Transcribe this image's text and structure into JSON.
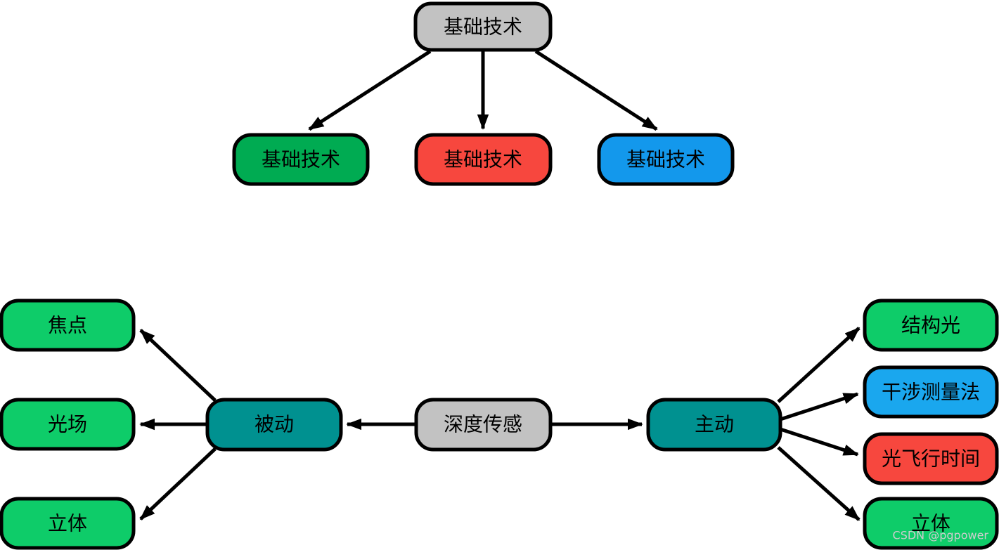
{
  "colors": {
    "background": "#ffffff",
    "node_border": "#000000",
    "edge": "#000000",
    "gray": "#c2c2c2",
    "green_dark": "#00ab52",
    "green_bright": "#0ecc69",
    "red": "#f7473e",
    "blue": "#1398ec",
    "blue_light": "#1aa7ee",
    "blue_border": "#0d7ed2",
    "teal": "#009190"
  },
  "nodes": {
    "root": {
      "label": "基础技术",
      "fill": "#c2c2c2"
    },
    "basic_green": {
      "label": "基础技术",
      "fill": "#00ab52"
    },
    "basic_red": {
      "label": "基础技术",
      "fill": "#f7473e"
    },
    "basic_blue": {
      "label": "基础技术",
      "fill": "#1398ec"
    },
    "focus": {
      "label": "焦点",
      "fill": "#0ecc69"
    },
    "light_field": {
      "label": "光场",
      "fill": "#0ecc69"
    },
    "stereo_left": {
      "label": "立体",
      "fill": "#0ecc69"
    },
    "passive": {
      "label": "被动",
      "fill": "#009190"
    },
    "depth_sensing": {
      "label": "深度传感",
      "fill": "#c2c2c2"
    },
    "active": {
      "label": "主动",
      "fill": "#009190"
    },
    "structured_light": {
      "label": "结构光",
      "fill": "#0ecc69"
    },
    "interferometry": {
      "label": "干涉测量法",
      "fill": "#1aa7ee",
      "stroke": "#0d7ed2"
    },
    "time_of_flight": {
      "label": "光飞行时间",
      "fill": "#f7473e"
    },
    "stereo_right": {
      "label": "立体",
      "fill": "#0ecc69"
    }
  },
  "edges": [
    "root -> basic_green",
    "root -> basic_red",
    "root -> basic_blue",
    "depth_sensing -> passive",
    "depth_sensing -> active",
    "passive -> focus",
    "passive -> light_field",
    "passive -> stereo_left",
    "active -> structured_light",
    "active -> interferometry",
    "active -> time_of_flight",
    "active -> stereo_right"
  ],
  "watermark": {
    "text": "CSDN @pgpower",
    "color": "#cdcdcd"
  }
}
